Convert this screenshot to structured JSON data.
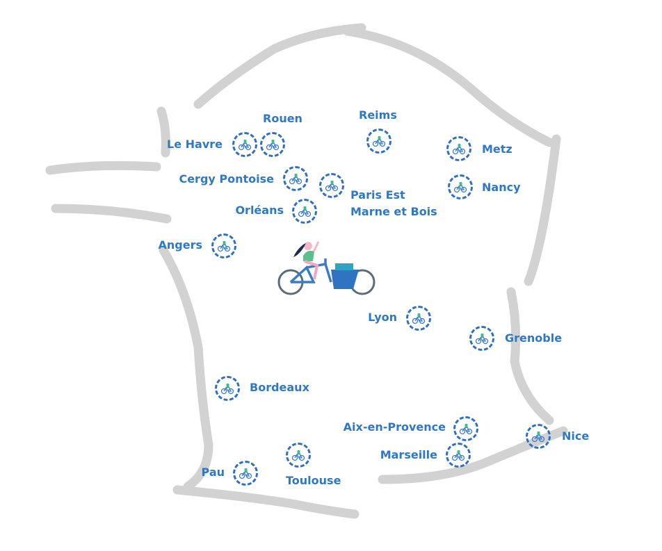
{
  "map": {
    "colors": {
      "label": "#2f78c4",
      "marker": "#2f6fbf",
      "outline": "#d0d0d0",
      "bike_accent": "#3bbf8f"
    },
    "marker_icon": "bike-icon",
    "center_illustration": "cargo-bike-rider-illustration",
    "cities": {
      "le_havre": "Le Havre",
      "rouen": "Rouen",
      "reims": "Reims",
      "metz": "Metz",
      "cergy": "Cergy Pontoise",
      "paris_est_1": "Paris Est",
      "paris_est_2": "Marne et Bois",
      "nancy": "Nancy",
      "orleans": "Orléans",
      "angers": "Angers",
      "lyon": "Lyon",
      "grenoble": "Grenoble",
      "bordeaux": "Bordeaux",
      "aix": "Aix-en-Provence",
      "nice": "Nice",
      "marseille": "Marseille",
      "toulouse": "Toulouse",
      "pau": "Pau"
    }
  }
}
